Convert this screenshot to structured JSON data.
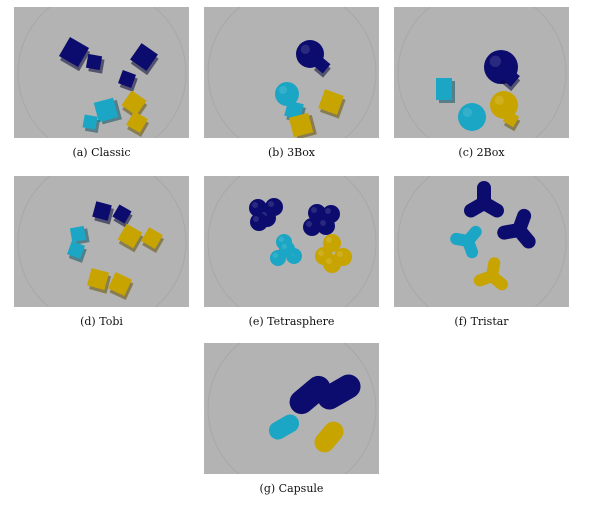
{
  "figure": {
    "panels": [
      {
        "id": "classic",
        "caption": "(a)  Classic"
      },
      {
        "id": "3box",
        "caption": "(b)  3Box"
      },
      {
        "id": "2box",
        "caption": "(c)  2Box"
      },
      {
        "id": "tobi",
        "caption": "(d)  Tobi"
      },
      {
        "id": "tetrasphere",
        "caption": "(e)  Tetrasphere"
      },
      {
        "id": "tristar",
        "caption": "(f)  Tristar"
      },
      {
        "id": "capsule",
        "caption": "(g)  Capsule"
      }
    ],
    "colors": {
      "background": "#b3b3b3",
      "navy": "#0c0c6e",
      "cyan": "#1aa6c4",
      "gold": "#c8a400"
    }
  }
}
